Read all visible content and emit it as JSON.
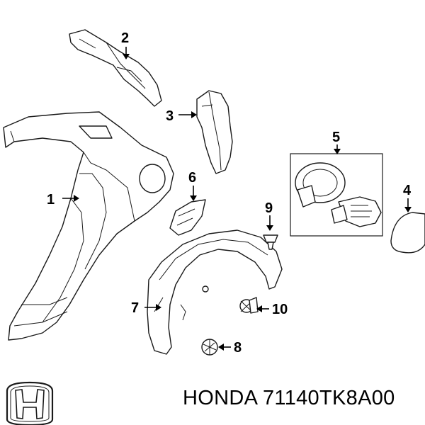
{
  "callouts": [
    {
      "id": "1",
      "label": "1"
    },
    {
      "id": "2",
      "label": "2"
    },
    {
      "id": "3",
      "label": "3"
    },
    {
      "id": "4",
      "label": "4"
    },
    {
      "id": "5",
      "label": "5"
    },
    {
      "id": "6",
      "label": "6"
    },
    {
      "id": "7",
      "label": "7"
    },
    {
      "id": "8",
      "label": "8"
    },
    {
      "id": "9",
      "label": "9"
    },
    {
      "id": "10",
      "label": "10"
    }
  ],
  "caption": {
    "brand": "HONDA",
    "part_number": "71140TK8A00"
  },
  "logo": {
    "icon": "honda-h-logo"
  }
}
